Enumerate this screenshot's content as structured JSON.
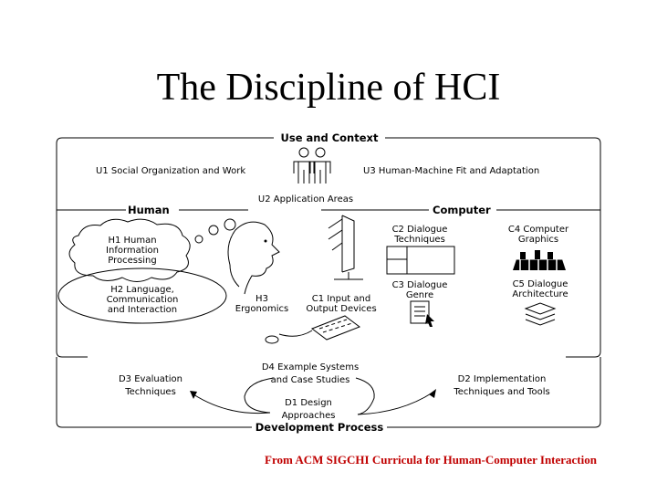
{
  "title": "The Discipline of HCI",
  "caption": "From ACM SIGCHI Curricula for Human-Computer Interaction",
  "sections": {
    "use_context": "Use and Context",
    "human": "Human",
    "computer": "Computer",
    "development": "Development Process"
  },
  "use": {
    "u1": "U1 Social Organization and Work",
    "u2": "U2 Application Areas",
    "u3": "U3 Human-Machine Fit and Adaptation"
  },
  "human": {
    "h1": [
      "H1 Human",
      "Information",
      "Processing"
    ],
    "h2": [
      "H2 Language,",
      "Communication",
      "and Interaction"
    ],
    "h3": [
      "H3",
      "Ergonomics"
    ]
  },
  "computer": {
    "c1": [
      "C1 Input and",
      "Output Devices"
    ],
    "c2": [
      "C2 Dialogue",
      "Techniques"
    ],
    "c3": [
      "C3 Dialogue",
      "Genre"
    ],
    "c4": [
      "C4 Computer",
      "Graphics"
    ],
    "c5": [
      "C5 Dialogue",
      "Architecture"
    ]
  },
  "development": {
    "d1": [
      "D1 Design",
      "Approaches"
    ],
    "d2": [
      "D2 Implementation",
      "Techniques and Tools"
    ],
    "d3": [
      "D3 Evaluation",
      "Techniques"
    ],
    "d4": [
      "D4 Example Systems",
      "and Case Studies"
    ]
  }
}
